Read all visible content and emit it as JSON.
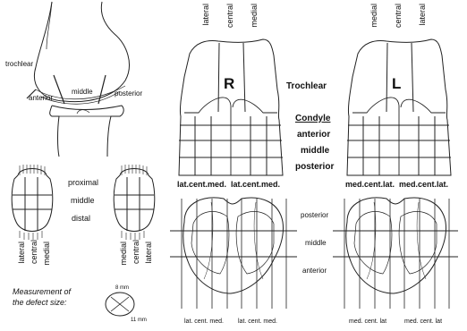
{
  "sagittal": {
    "trochlear": "trochlear",
    "anterior": "anterior",
    "middle": "middle",
    "posterior": "posterior"
  },
  "patella": {
    "proximal": "proximal",
    "middle": "middle",
    "distal": "distal",
    "left_cols": [
      "lateral",
      "central",
      "medial"
    ],
    "right_cols": [
      "medial",
      "central",
      "lateral"
    ]
  },
  "measurement": {
    "line1": "Measurement of",
    "line2": "the defect size:",
    "width": "11 mm",
    "height": "8 mm"
  },
  "right_femur": {
    "top_cols": [
      "lateral",
      "central",
      "medial"
    ],
    "side_letter": "R",
    "bottom_left": "lat.cent.med.",
    "bottom_right": "lat.cent.med."
  },
  "left_femur": {
    "top_cols": [
      "medial",
      "central",
      "lateral"
    ],
    "side_letter": "L",
    "bottom_left": "med.cent.lat.",
    "bottom_right": "med.cent.lat."
  },
  "center_labels": {
    "trochlear": "Trochlear",
    "condyle": "Condyle",
    "anterior": "anterior",
    "middle": "middle",
    "posterior": "posterior"
  },
  "tibial": {
    "posterior": "posterior",
    "middle": "middle",
    "anterior": "anterior",
    "right_bottom_left": "lat. cent. med.",
    "right_bottom_right": "lat. cent. med.",
    "left_bottom_left": "med. cent. lat",
    "left_bottom_right": "med. cent. lat"
  }
}
